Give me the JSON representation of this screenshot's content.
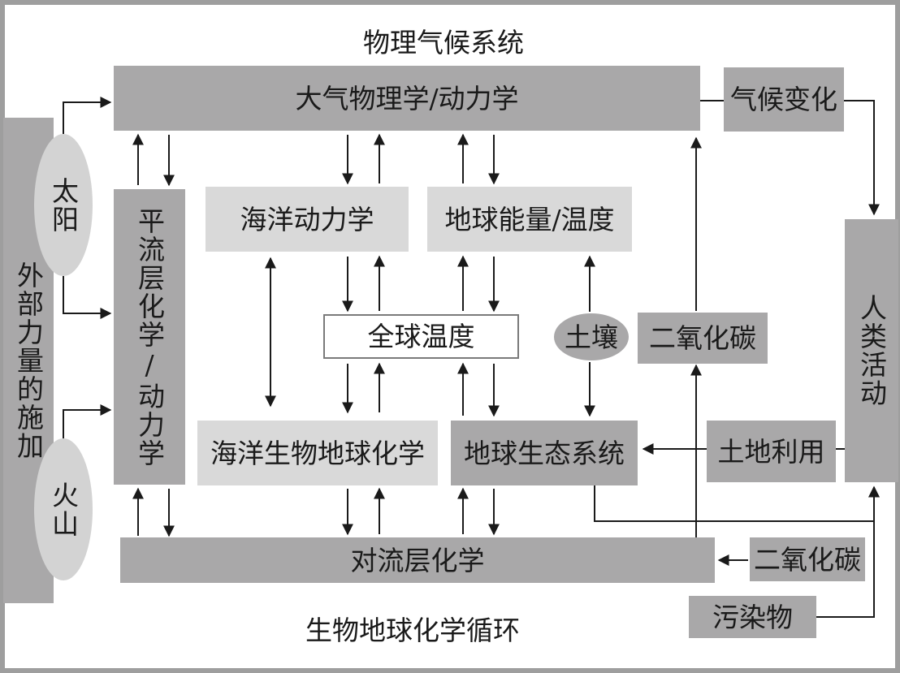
{
  "titles": {
    "top": "物理气候系统",
    "bottom": "生物地球化学循环"
  },
  "boxes": {
    "atmosphere": "大气物理学/动力学",
    "climate_change": "气候变化",
    "external_forcing": "外部力量的施加",
    "sun": "太阳",
    "volcano": "火山",
    "stratosphere": "平流层化学/动力学",
    "ocean_dynamics": "海洋动力学",
    "earth_energy": "地球能量/温度",
    "global_temp": "全球温度",
    "soil": "土壤",
    "co2_upper": "二氧化碳",
    "human_activity": "人类活动",
    "marine_biogeo": "海洋生物地球化学",
    "terrestrial_eco": "地球生态系统",
    "land_use": "土地利用",
    "troposphere": "对流层化学",
    "co2_lower": "二氧化碳",
    "pollutants": "污染物"
  },
  "colors": {
    "dark_box": "#a9a8a9",
    "light_box": "#d9d9d9",
    "frame": "#9e9e9e",
    "arrow": "#1a1a1a"
  }
}
